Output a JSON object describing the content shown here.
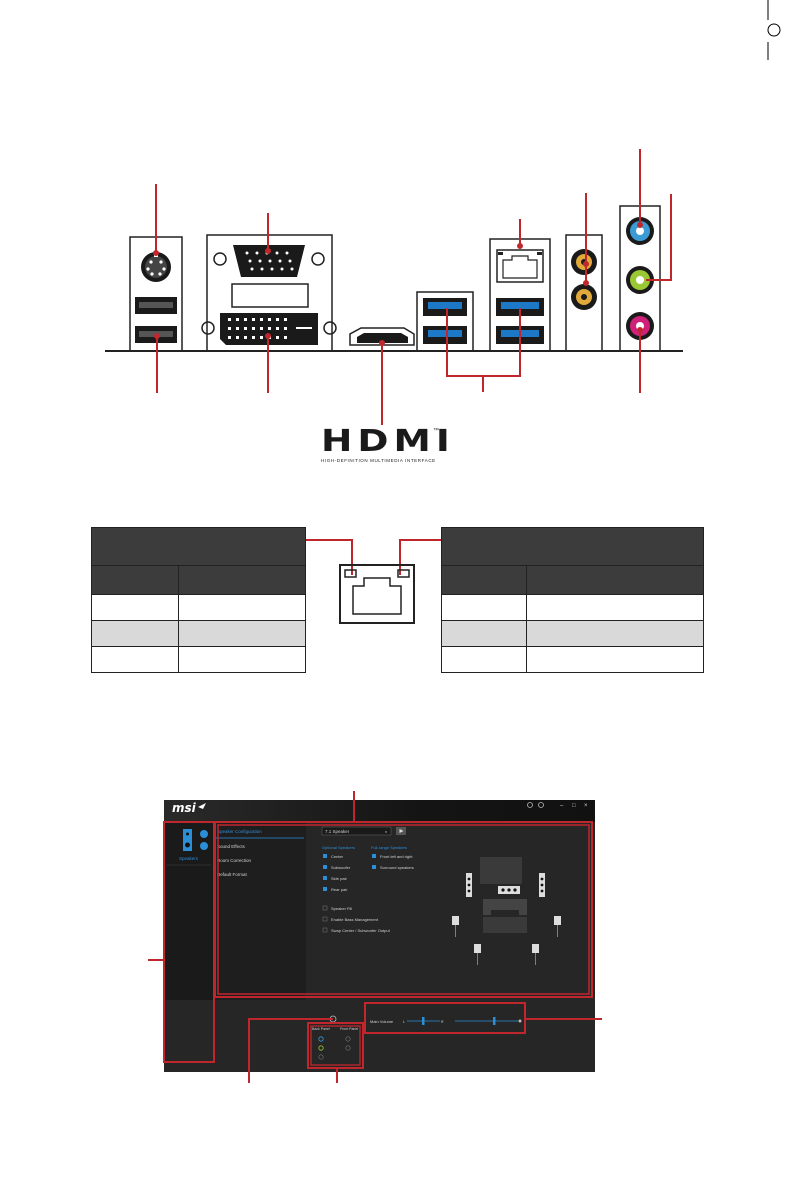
{
  "hdmi_logo": {
    "wordmark": "HDMI",
    "trademark": "™",
    "tagline": "HIGH-DEFINITION MULTIMEDIA INTERFACE"
  },
  "audio_app": {
    "brand": "msi",
    "window_controls": [
      "–",
      "□",
      "×"
    ],
    "device_label": "Speakers",
    "tabs": [
      "Speaker Configuration",
      "Sound Effects",
      "Room Correction",
      "Default Format"
    ],
    "speaker_select": "7.1 Speaker",
    "optional_speakers_heading": "Optional Speakers",
    "optional_speakers": [
      "Center",
      "Subwoofer",
      "Side pair",
      "Rear pair"
    ],
    "full_range_heading": "Full-range Speakers",
    "full_range_speakers": [
      "Front left and right",
      "Surround speakers"
    ],
    "options": [
      "Speaker Fill",
      "Enable Bass Management",
      "Swap Center / Subwoofer Output"
    ],
    "main_volume_label": "Main Volume",
    "volume_left": "L",
    "volume_right": "R",
    "jack_headings": [
      "Back Panel",
      "Front Panel"
    ]
  },
  "colors": {
    "callout_red": "#c0272d",
    "usb3_blue": "#1e78c8",
    "audio_blue": "#3a9bd5",
    "audio_green": "#9ac832",
    "audio_pink": "#d0217a",
    "spdif_gold": "#e0a93a",
    "app_accent": "#2b8fd8"
  }
}
